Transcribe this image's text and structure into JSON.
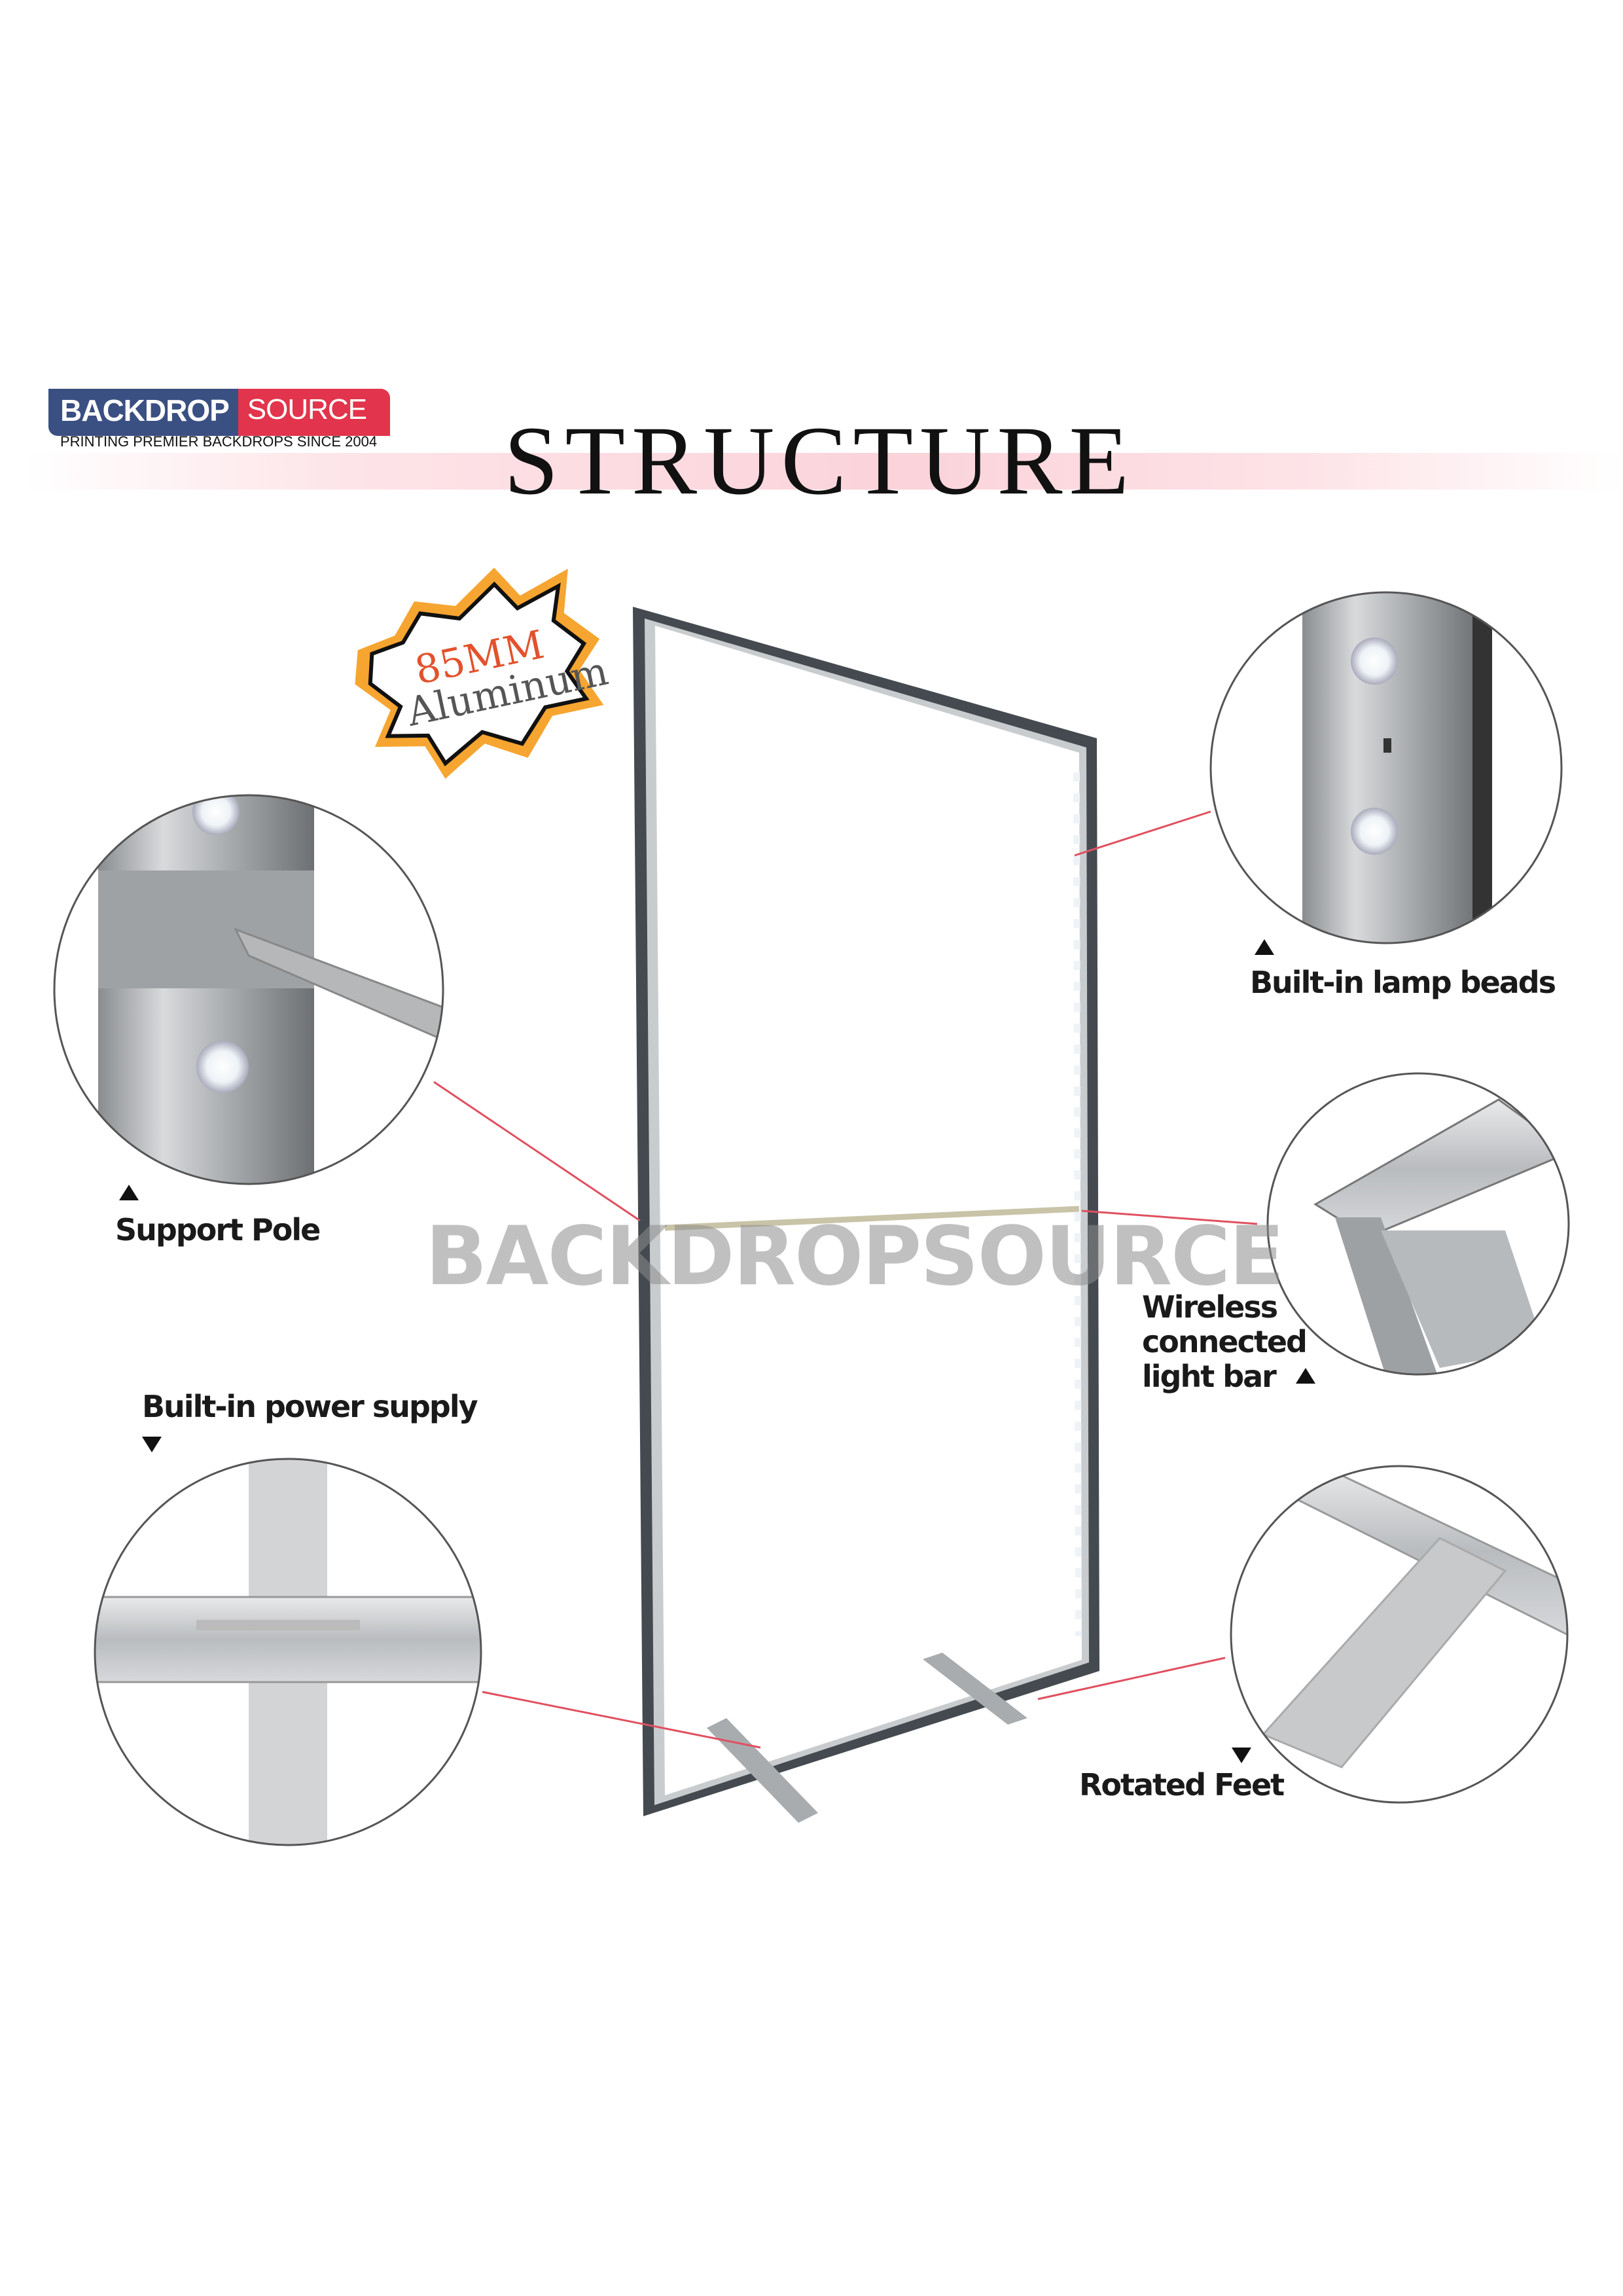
{
  "logo": {
    "word1": "BACKDROP",
    "word2": "SOURCE",
    "tagline": "PRINTING PREMIER BACKDROPS SINCE 2004",
    "colors": {
      "blue": "#3a4f82",
      "red": "#e2344c"
    }
  },
  "title": "STRUCTURE",
  "badge": {
    "line1": "85MM",
    "line2": "Aluminum",
    "colors": {
      "burst": "#f6a531",
      "accent_text": "#e2522c"
    }
  },
  "watermark": "BACKDROPSOURCE",
  "callouts": {
    "lamp_beads": "Built-in lamp beads",
    "support_pole": "Support Pole",
    "wireless": [
      "Wireless",
      "connected",
      "light bar"
    ],
    "power_supply": "Built-in power supply",
    "rotated_feet": "Rotated Feet"
  },
  "leader_line_color": "#e05060"
}
